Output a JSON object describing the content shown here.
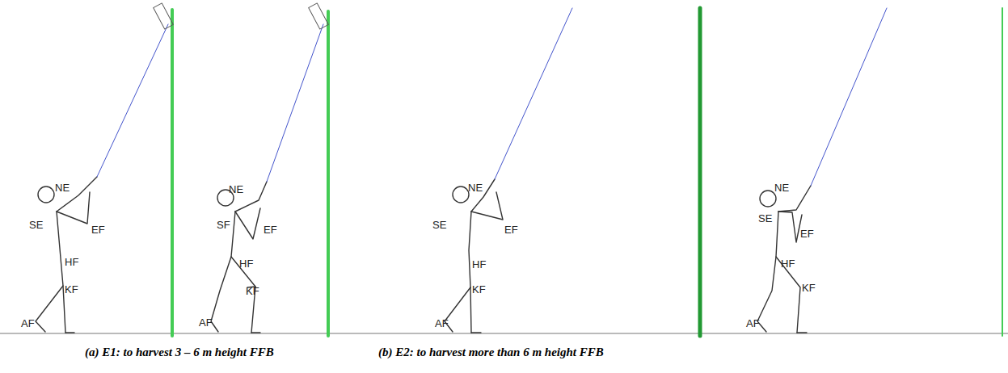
{
  "diagram": {
    "labels": [
      "NE",
      "EF",
      "SE",
      "HF",
      "KF",
      "AF",
      "NE",
      "SF",
      "EF",
      "HF",
      "KF",
      "AF",
      "NE",
      "EF",
      "SE",
      "HF",
      "KF",
      "AF",
      "NE",
      "SE",
      "EF",
      "HF",
      "KF",
      "AF",
      "(a) E1: to harvest 3 – 6 m height FFB",
      "(b) E2: to harvest more than 6 m height FFB"
    ]
  }
}
